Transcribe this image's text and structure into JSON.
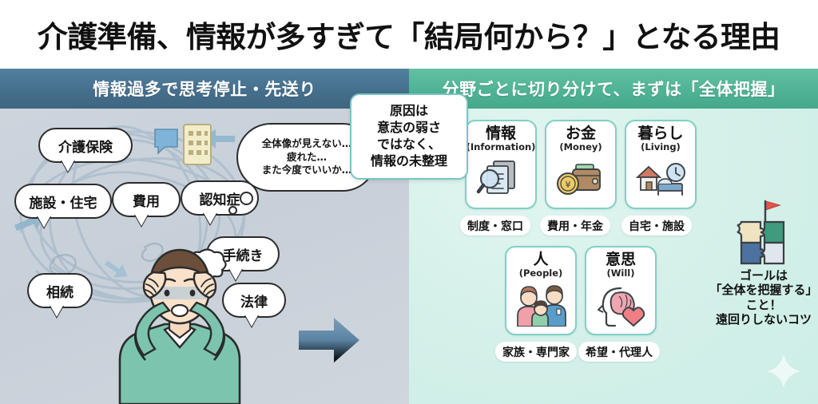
{
  "title": "介護準備、情報が多すぎて「結局何から？」となる理由",
  "bands": {
    "left": "情報過多で思考停止・先送り",
    "right": "分野ごとに切り分けて、まずは「全体把握」"
  },
  "left_panel": {
    "bubbles": [
      {
        "label": "介護保険"
      },
      {
        "label": "施設・住宅"
      },
      {
        "label": "費用"
      },
      {
        "label": "認知症"
      },
      {
        "label": "手続き"
      },
      {
        "label": "相続"
      },
      {
        "label": "法律"
      }
    ],
    "thought_cloud": {
      "line1": "全体像が見えない…",
      "line2": "疲れた…",
      "line3": "また今度でいいか…"
    },
    "character_name": "頭を抱える男性"
  },
  "callout": {
    "line1": "原因は",
    "line2": "意志の弱さ",
    "line3": "ではなく、",
    "line4": "情報の未整理"
  },
  "right_panel": {
    "cards": [
      {
        "jp": "情報",
        "en": "(Information)",
        "tag": "制度・窓口",
        "icon": "document-search-icon"
      },
      {
        "jp": "お金",
        "en": "(Money)",
        "tag": "費用・年金",
        "icon": "wallet-coin-icon"
      },
      {
        "jp": "暮らし",
        "en": "(Living)",
        "tag": "自宅・施設",
        "icon": "house-bed-clock-icon"
      },
      {
        "jp": "人",
        "en": "(People)",
        "tag": "家族・専門家",
        "icon": "family-caregiver-icon"
      },
      {
        "jp": "意思",
        "en": "(Will)",
        "tag": "希望・代理人",
        "icon": "head-brain-heart-icon"
      }
    ]
  },
  "goal": {
    "line1": "ゴールは",
    "line2": "「全体を把握する」",
    "line3": "こと！",
    "line4": "遠回りしないコツ",
    "icon": "puzzle-flag-icon"
  },
  "colors": {
    "band_left": "#456f8d",
    "band_right": "#4fb395",
    "panel_left_bg": "#ccd4dc",
    "panel_right_bg": "#d3f0e9",
    "arrow_left": "#5b82a1",
    "arrow_right": "#58b4d0",
    "card_border": "#7fd0c6",
    "callout_border": "#79c4c4",
    "title_text": "#111111"
  }
}
